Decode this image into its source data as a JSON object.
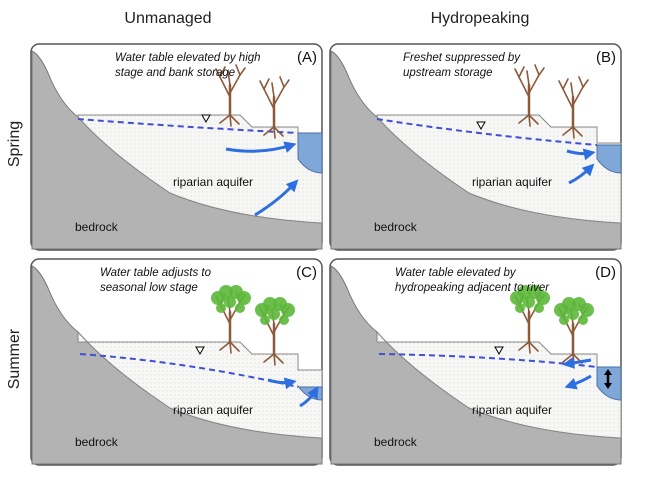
{
  "columns": [
    "Unmanaged",
    "Hydropeaking"
  ],
  "rows": [
    "Spring",
    "Summer"
  ],
  "panels": [
    {
      "letter": "(A)",
      "caption_lines": [
        "Water table elevated by high",
        "stage and bank storage"
      ],
      "aquifer": "riparian aquifer",
      "bedrock": "bedrock"
    },
    {
      "letter": "(B)",
      "caption_lines": [
        "Freshet suppressed by",
        "upstream storage"
      ],
      "aquifer": "riparian aquifer",
      "bedrock": "bedrock"
    },
    {
      "letter": "(C)",
      "caption_lines": [
        "Water table adjusts to",
        "seasonal low stage"
      ],
      "aquifer": "riparian aquifer",
      "bedrock": "bedrock"
    },
    {
      "letter": "(D)",
      "caption_lines": [
        "Water table elevated by",
        "hydropeaking adjacent to river"
      ],
      "aquifer": "riparian aquifer",
      "bedrock": "bedrock"
    }
  ],
  "colors": {
    "bedrock": "#b3b3b3",
    "aquifer": "#f7f7f5",
    "water": "#7fa8d8",
    "water_table": "#3f4fd6",
    "arrow": "#2d6fe0",
    "tree_trunk": "#8c5a3a",
    "leaf": "#5cb83a"
  }
}
